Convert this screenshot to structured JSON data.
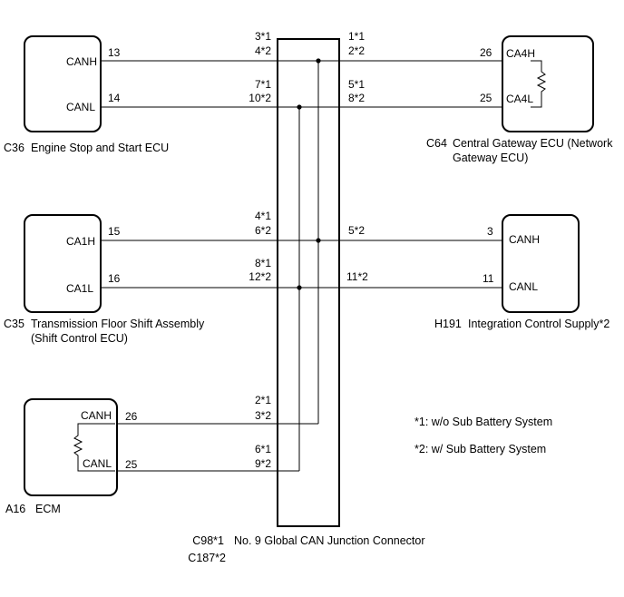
{
  "ecus": {
    "c36": {
      "code": "C36",
      "name": "Engine Stop and Start ECU",
      "canh": "CANH",
      "canl": "CANL",
      "pin_h": "13",
      "pin_l": "14"
    },
    "c64": {
      "code": "C64",
      "name_line1": "Central Gateway ECU (Network",
      "name_line2": "Gateway ECU)",
      "canh": "CA4H",
      "canl": "CA4L",
      "pin_h": "26",
      "pin_l": "25"
    },
    "c35": {
      "code": "C35",
      "name_line1": "Transmission Floor Shift Assembly",
      "name_line2": "(Shift Control ECU)",
      "canh": "CA1H",
      "canl": "CA1L",
      "pin_h": "15",
      "pin_l": "16"
    },
    "h191": {
      "code": "H191",
      "name": "Integration Control Supply*2",
      "canh": "CANH",
      "canl": "CANL",
      "pin_h": "3",
      "pin_l": "11"
    },
    "a16": {
      "code": "A16",
      "name": "ECM",
      "canh": "CANH",
      "canl": "CANL",
      "pin_h": "26",
      "pin_l": "25"
    }
  },
  "junction": {
    "code1": "C98*1",
    "code2": "C187*2",
    "name": "No. 9 Global CAN Junction Connector",
    "left_pins": {
      "r1_top": "3*1",
      "r1_bot": "4*2",
      "r2_top": "7*1",
      "r2_bot": "10*2",
      "r3_top": "4*1",
      "r3_bot": "6*2",
      "r4_top": "8*1",
      "r4_bot": "12*2",
      "r5_top": "2*1",
      "r5_bot": "3*2",
      "r6_top": "6*1",
      "r6_bot": "9*2"
    },
    "right_pins": {
      "r1_top": "1*1",
      "r1_bot": "2*2",
      "r2_top": "5*1",
      "r2_bot": "8*2",
      "r3": "5*2",
      "r4": "11*2"
    }
  },
  "notes": {
    "n1": "*1: w/o Sub Battery System",
    "n2": "*2: w/ Sub Battery System"
  }
}
